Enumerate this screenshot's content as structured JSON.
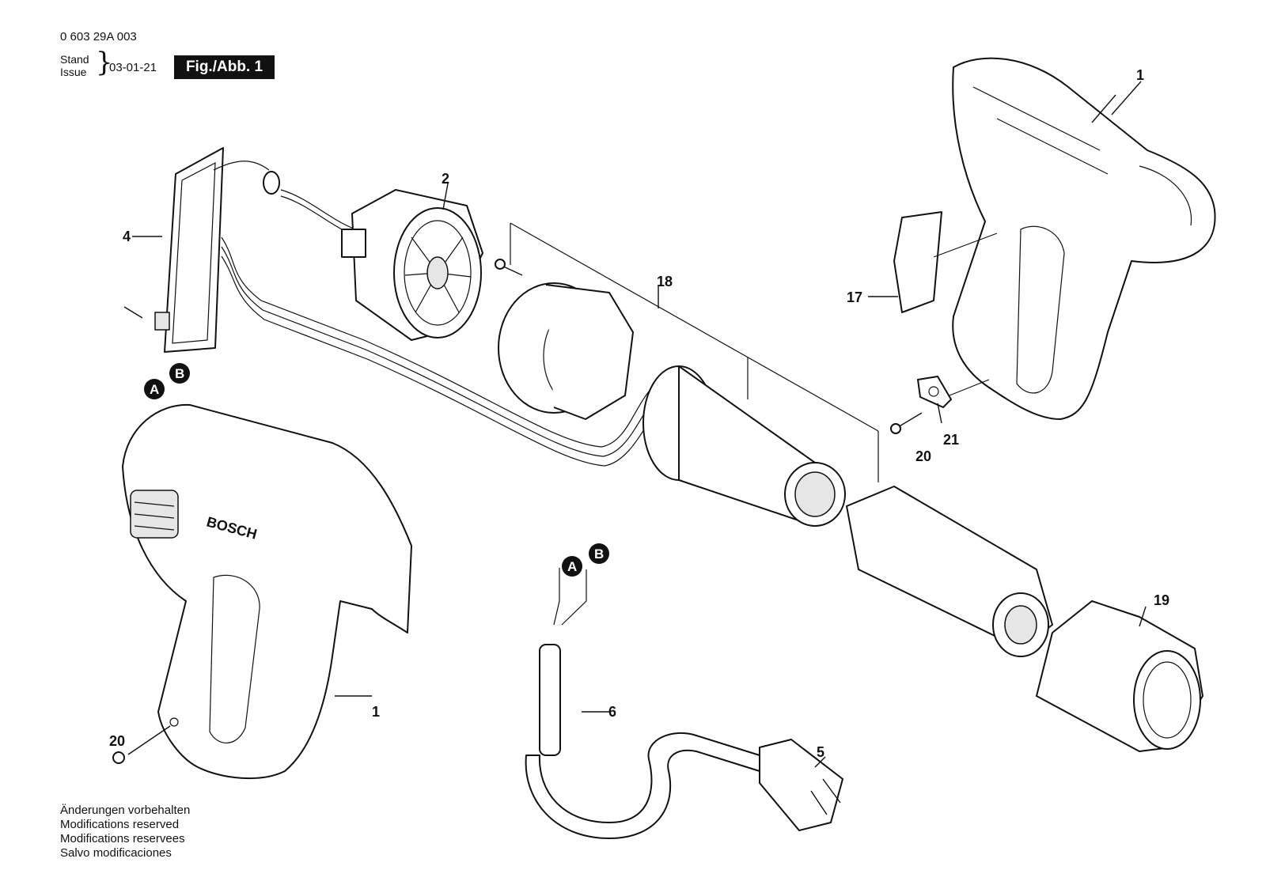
{
  "header": {
    "code": "0 603 29A 003",
    "stand": "Stand",
    "issue": "Issue",
    "date": "03-01-21",
    "figure_label": "Fig./Abb. 1"
  },
  "brand": "BOSCH",
  "part_labels": {
    "p1_upper": "1",
    "p1_lower": "1",
    "p2": "2",
    "p4": "4",
    "p5": "5",
    "p6": "6",
    "p17": "17",
    "p18": "18",
    "p19": "19",
    "p20_right": "20",
    "p20_left": "20",
    "p21": "21"
  },
  "connector_markers": {
    "a_top": "A",
    "b_top": "B",
    "a_bottom": "A",
    "b_bottom": "B"
  },
  "footer": {
    "lines": [
      "Änderungen vorbehalten",
      "Modifications reserved",
      "Modifications reservees",
      "Salvo modificaciones"
    ]
  }
}
